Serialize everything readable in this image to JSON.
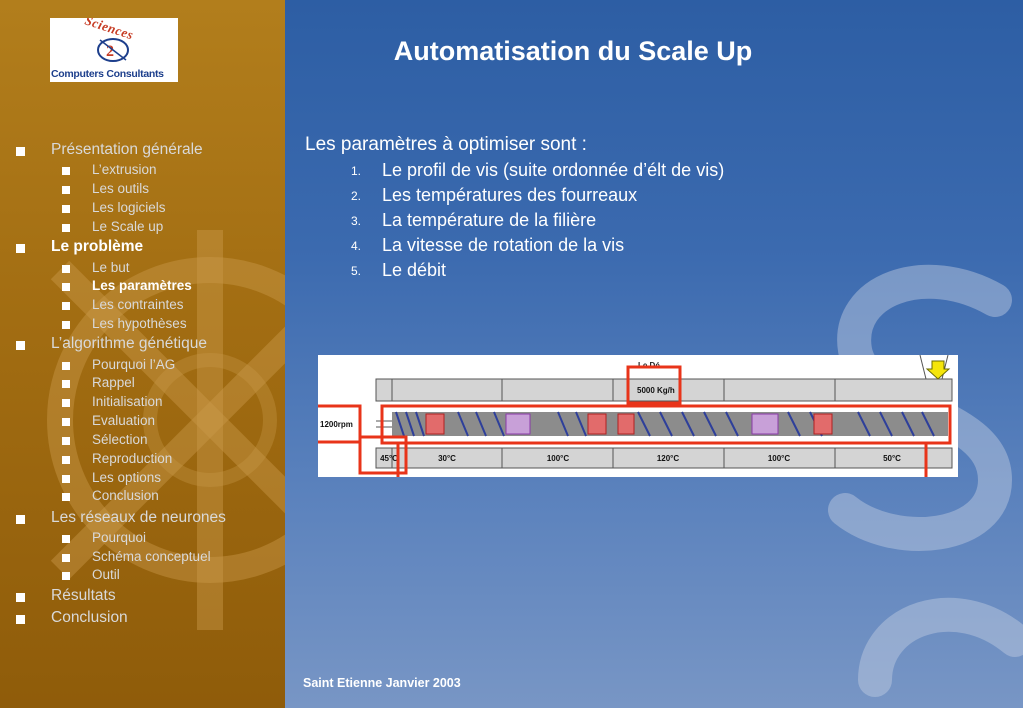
{
  "slide": {
    "title": "Automatisation du Scale Up",
    "intro": "Les paramètres à optimiser sont :",
    "parameters": [
      {
        "num": "1.",
        "text": "Le profil de vis (suite ordonnée d’élt de vis)"
      },
      {
        "num": "2.",
        "text": "Les températures des fourreaux"
      },
      {
        "num": "3.",
        "text": "La température de la filière"
      },
      {
        "num": "4.",
        "text": "La vitesse de rotation de la vis"
      },
      {
        "num": "5.",
        "text": "Le débit"
      }
    ],
    "footer": "Saint Etienne Janvier 2003"
  },
  "logo": {
    "top_word": "Sciences",
    "bottom_word": "Computers Consultants"
  },
  "menu": [
    {
      "level": 1,
      "label": "Présentation générale",
      "active": false
    },
    {
      "level": 2,
      "label": "L’extrusion",
      "active": false
    },
    {
      "level": 2,
      "label": "Les outils",
      "active": false
    },
    {
      "level": 2,
      "label": "Les logiciels",
      "active": false
    },
    {
      "level": 2,
      "label": "Le Scale up",
      "active": false
    },
    {
      "level": 1,
      "label": "Le problème",
      "active": true
    },
    {
      "level": 2,
      "label": "Le but",
      "active": false
    },
    {
      "level": 2,
      "label": "Les paramètres",
      "active": true
    },
    {
      "level": 2,
      "label": "Les contraintes",
      "active": false
    },
    {
      "level": 2,
      "label": "Les hypothèses",
      "active": false
    },
    {
      "level": 1,
      "label": "L’algorithme génétique",
      "active": false
    },
    {
      "level": 2,
      "label": "Pourquoi l’AG",
      "active": false
    },
    {
      "level": 2,
      "label": "Rappel",
      "active": false
    },
    {
      "level": 2,
      "label": "Initialisation",
      "active": false
    },
    {
      "level": 2,
      "label": "Evaluation",
      "active": false
    },
    {
      "level": 2,
      "label": "Sélection",
      "active": false
    },
    {
      "level": 2,
      "label": "Reproduction",
      "active": false
    },
    {
      "level": 2,
      "label": "Les options",
      "active": false
    },
    {
      "level": 2,
      "label": "Conclusion",
      "active": false
    },
    {
      "level": 1,
      "label": "Les réseaux de neurones",
      "active": false
    },
    {
      "level": 2,
      "label": "Pourquoi",
      "active": false
    },
    {
      "level": 2,
      "label": "Schéma conceptuel",
      "active": false
    },
    {
      "level": 2,
      "label": "Outil",
      "active": false
    },
    {
      "level": 1,
      "label": "Résultats",
      "active": false
    },
    {
      "level": 1,
      "label": "Conclusion",
      "active": false
    }
  ],
  "extruder": {
    "speed_label": "1200rpm",
    "flow_label": "5000 Kg/h",
    "feed_label": "Le Dé",
    "zone_temps": [
      "45°C",
      "30°C",
      "100°C",
      "120°C",
      "100°C",
      "50°C"
    ],
    "colors": {
      "highlight": "#e8341a",
      "screw": "#7d7d7d",
      "feed_arrow": "#f5e50a"
    }
  },
  "colors": {
    "sidebar": "#a26d12",
    "main_top": "#2d5ea4",
    "main_bottom": "#7896c5"
  }
}
